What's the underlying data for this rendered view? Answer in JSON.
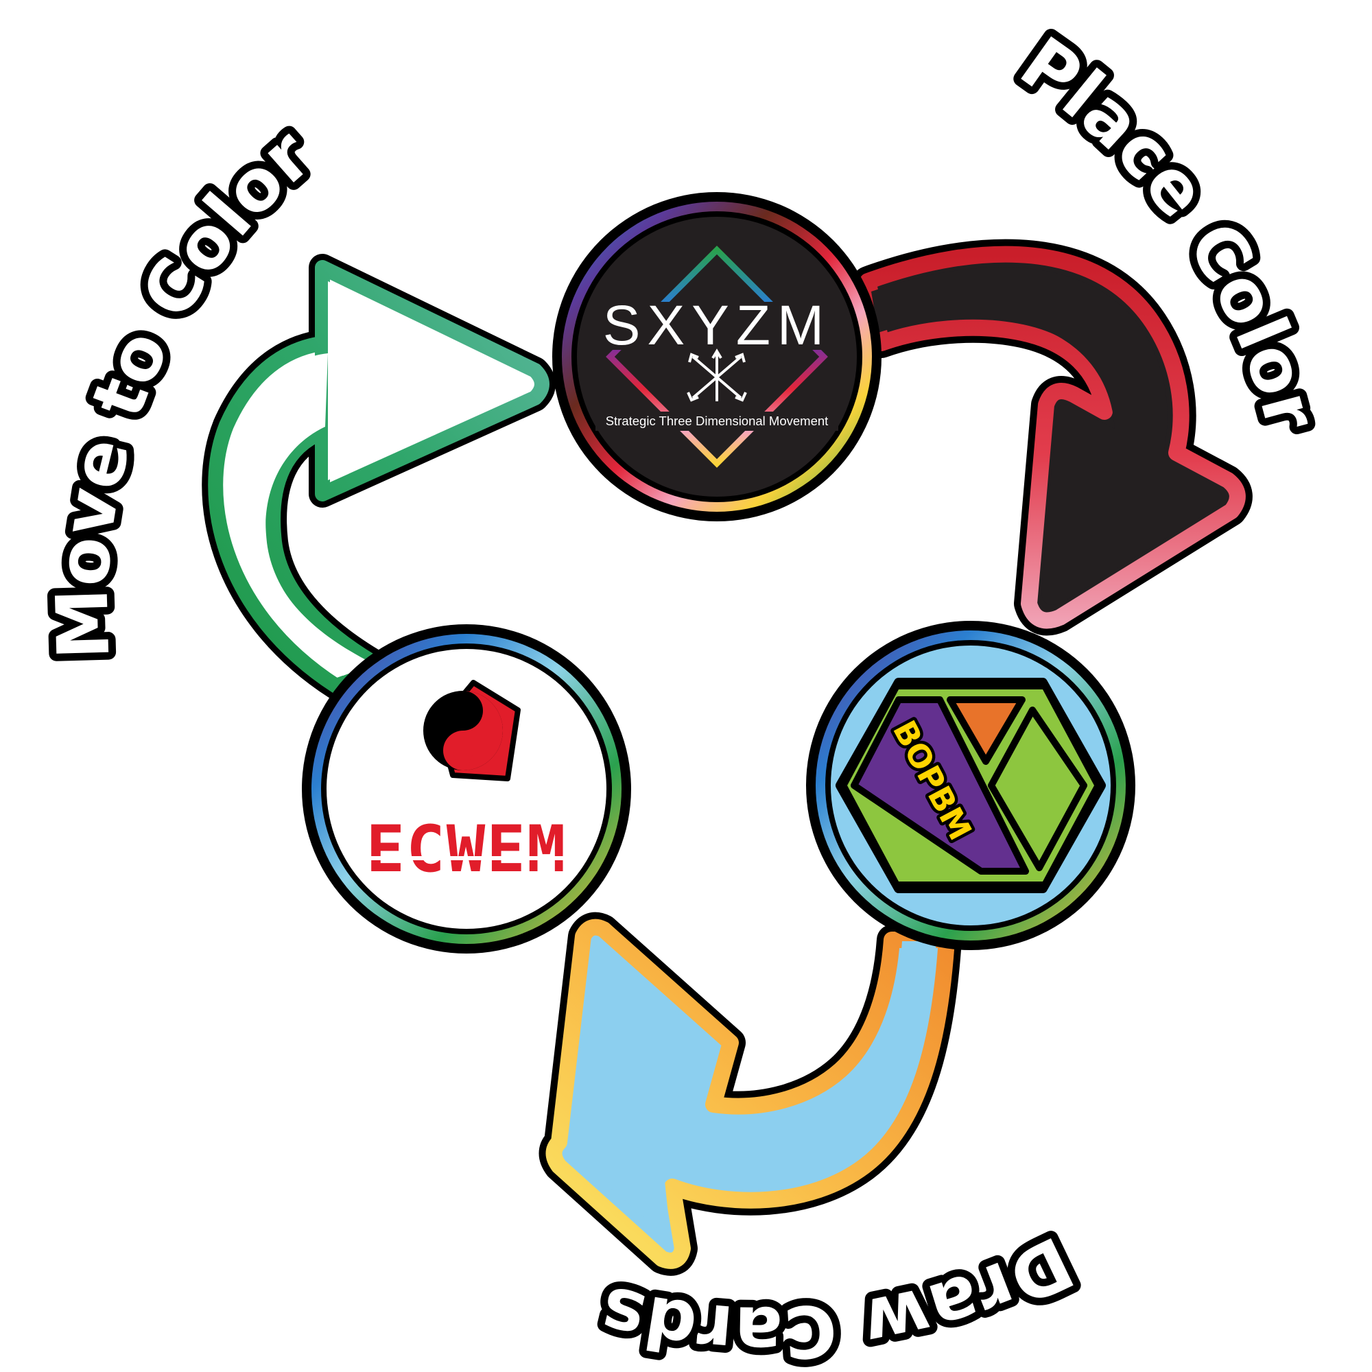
{
  "cycle": {
    "labels": {
      "move": "Move to Color",
      "place": "Place Color",
      "draw": "Draw Cards"
    }
  },
  "nodes": {
    "sxyzm": {
      "title": "SXYZM",
      "subtitle": "Strategic Three Dimensional Movement",
      "background": "#231f20"
    },
    "bopbm": {
      "title": "BOPBM",
      "background": "#8ccfef"
    },
    "ecwem": {
      "title": "ECWEM",
      "background": "#ffffff"
    }
  },
  "colors": {
    "move_arrow": "#1e9848",
    "place_arrow": "#d92b2f",
    "draw_arrow": "#f59a36",
    "place_fill": "#231f20",
    "draw_fill": "#8ccfef",
    "hex_purple": "#63308f",
    "hex_orange": "#e8732a",
    "hex_green": "#8dc63f",
    "ecwem_red": "#e11d2a"
  },
  "icons": [
    "cycle-arrow-move",
    "cycle-arrow-place",
    "cycle-arrow-draw",
    "yin-yang-pentagon-icon",
    "arrows-x-icon"
  ]
}
